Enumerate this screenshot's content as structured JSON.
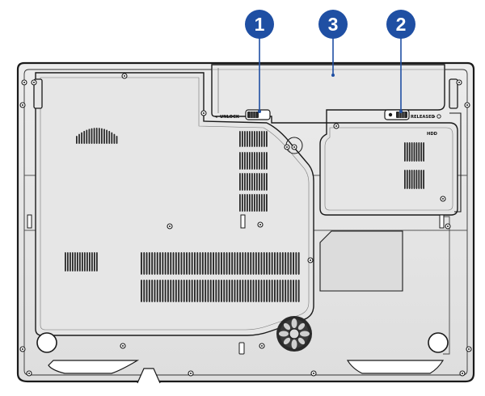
{
  "callouts": [
    {
      "number": "1",
      "color": "#1f4fa3"
    },
    {
      "number": "3",
      "color": "#1f4fa3"
    },
    {
      "number": "2",
      "color": "#1f4fa3"
    }
  ],
  "labels": {
    "unlock": "UNLOCK",
    "released": "RELEASED",
    "hdd": "HDD"
  },
  "colors": {
    "body": "#e3e3e3",
    "panel": "#dcdcdc",
    "line": "#1a1a1a",
    "vent": "#2a2a2a"
  }
}
